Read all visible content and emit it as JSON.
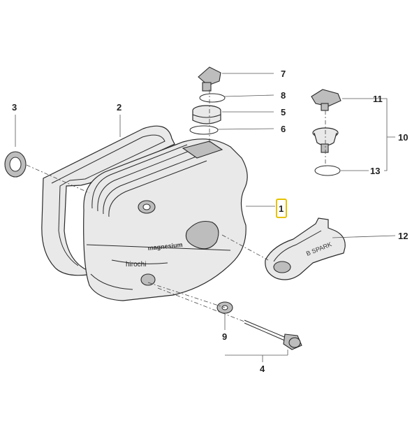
{
  "diagram": {
    "callouts": {
      "c1": "1",
      "c2": "2",
      "c3": "3",
      "c4": "4",
      "c5": "5",
      "c6": "6",
      "c7": "7",
      "c8": "8",
      "c9": "9",
      "c10": "10",
      "c11": "11",
      "c12": "12",
      "c13": "13"
    },
    "cover_marking": "magnesium",
    "part12_marking": "B SPARK",
    "watermark": "hirochi",
    "highlight_color": "#e6c200"
  }
}
